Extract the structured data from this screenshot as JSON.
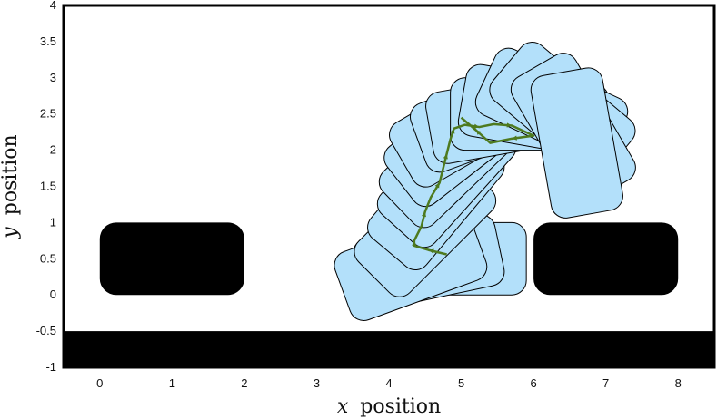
{
  "chart_data": {
    "type": "scatter",
    "title": "",
    "xlabel_var": "x",
    "xlabel_word": "position",
    "ylabel_var": "y",
    "ylabel_word": "position",
    "xlim": [
      -0.5,
      8.5
    ],
    "ylim": [
      -1,
      4
    ],
    "xticks": [
      0,
      1,
      2,
      3,
      4,
      5,
      6,
      7,
      8
    ],
    "yticks": [
      -1,
      -0.5,
      0,
      0.5,
      1,
      1.5,
      2,
      2.5,
      3,
      3.5,
      4
    ],
    "ytick_labels": [
      "-1",
      "-0.5",
      "0",
      "0.5",
      "1",
      "1.5",
      "2",
      "2.5",
      "3",
      "3.5",
      "4"
    ],
    "grid": false,
    "colors": {
      "robot_fill": "#b3e0fa",
      "robot_edge": "#000000",
      "path": "#4e7a1f",
      "obstacle": "#000000"
    },
    "ground_band": {
      "y_from": -1,
      "y_to": -0.5
    },
    "obstacles": [
      {
        "x0": 0.0,
        "x1": 2.0,
        "y0": 0.0,
        "y1": 1.0
      },
      {
        "x0": 6.0,
        "x1": 8.0,
        "y0": 0.0,
        "y1": 1.0
      }
    ],
    "robot_size": {
      "length": 2.0,
      "width": 1.0
    },
    "robot_poses": [
      {
        "x": 4.9,
        "y": 0.5,
        "theta": 0
      },
      {
        "x": 4.55,
        "y": 0.45,
        "theta": 12
      },
      {
        "x": 4.3,
        "y": 0.4,
        "theta": 20
      },
      {
        "x": 4.5,
        "y": 0.95,
        "theta": 45
      },
      {
        "x": 4.65,
        "y": 1.35,
        "theta": 50
      },
      {
        "x": 4.8,
        "y": 1.65,
        "theta": 48
      },
      {
        "x": 4.85,
        "y": 1.9,
        "theta": 44
      },
      {
        "x": 4.95,
        "y": 2.15,
        "theta": 38
      },
      {
        "x": 5.05,
        "y": 2.35,
        "theta": 30
      },
      {
        "x": 5.35,
        "y": 2.45,
        "theta": 20
      },
      {
        "x": 5.55,
        "y": 2.45,
        "theta": 10
      },
      {
        "x": 5.85,
        "y": 2.5,
        "theta": 0
      },
      {
        "x": 6.0,
        "y": 2.55,
        "theta": -10
      },
      {
        "x": 6.25,
        "y": 2.6,
        "theta": -25
      },
      {
        "x": 6.4,
        "y": 2.55,
        "theta": -40
      },
      {
        "x": 6.55,
        "y": 2.3,
        "theta": -60
      },
      {
        "x": 6.6,
        "y": 2.1,
        "theta": -80
      }
    ],
    "path_points": [
      {
        "x": 4.8,
        "y": 0.56
      },
      {
        "x": 4.55,
        "y": 0.62
      },
      {
        "x": 4.35,
        "y": 0.68
      },
      {
        "x": 4.35,
        "y": 0.75
      },
      {
        "x": 4.45,
        "y": 0.95
      },
      {
        "x": 4.5,
        "y": 1.15
      },
      {
        "x": 4.58,
        "y": 1.35
      },
      {
        "x": 4.7,
        "y": 1.55
      },
      {
        "x": 4.75,
        "y": 1.75
      },
      {
        "x": 4.8,
        "y": 1.95
      },
      {
        "x": 4.85,
        "y": 2.15
      },
      {
        "x": 4.9,
        "y": 2.3
      },
      {
        "x": 5.05,
        "y": 2.35
      },
      {
        "x": 5.25,
        "y": 2.32
      },
      {
        "x": 5.45,
        "y": 2.36
      },
      {
        "x": 5.7,
        "y": 2.34
      },
      {
        "x": 6.0,
        "y": 2.2
      },
      {
        "x": 5.7,
        "y": 2.16
      },
      {
        "x": 5.4,
        "y": 2.1
      },
      {
        "x": 5.2,
        "y": 2.28
      },
      {
        "x": 5.0,
        "y": 2.45
      }
    ]
  }
}
